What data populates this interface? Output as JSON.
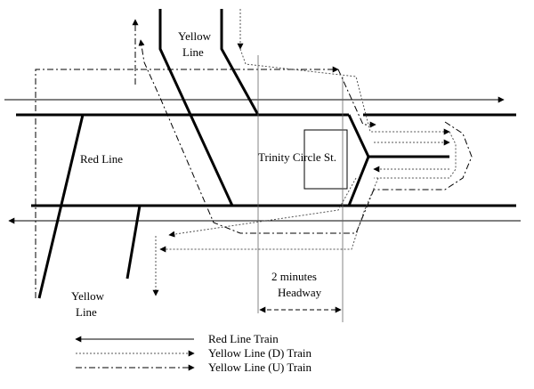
{
  "labels": {
    "yellow_line_top_1": "Yellow",
    "yellow_line_top_2": "Line",
    "red_line": "Red Line",
    "station": "Trinity Circle St.",
    "yellow_line_bottom_1": "Yellow",
    "yellow_line_bottom_2": "Line",
    "headway_1": "2 minutes",
    "headway_2": "Headway"
  },
  "legend": [
    {
      "label": "Red Line Train",
      "style": "solid"
    },
    {
      "label": "Yellow Line (D) Train",
      "style": "dotted"
    },
    {
      "label": "Yellow Line (U) Train",
      "style": "dash-dot"
    }
  ]
}
